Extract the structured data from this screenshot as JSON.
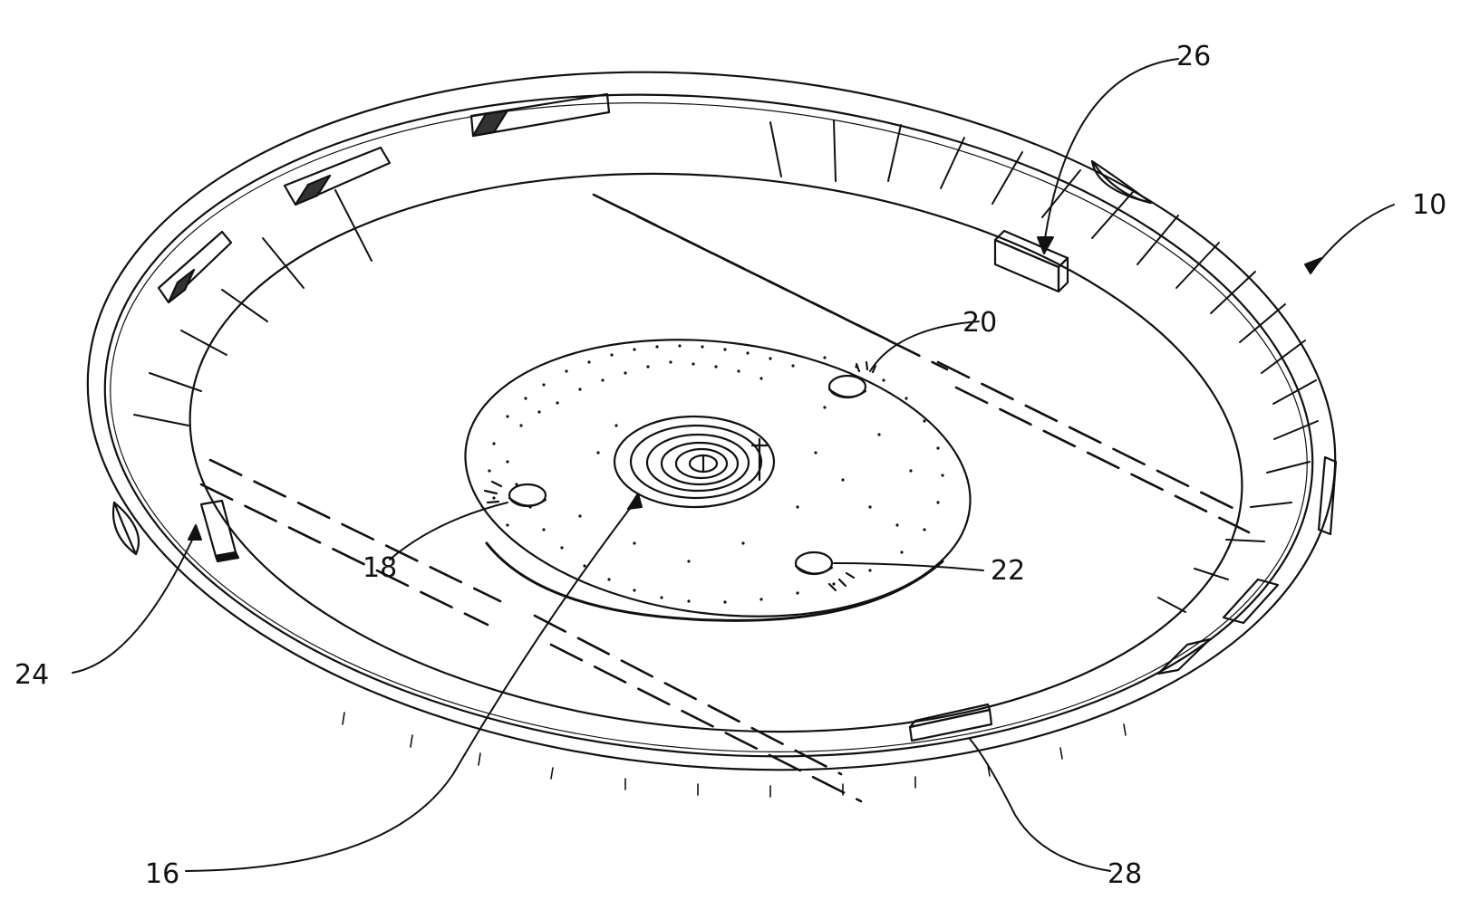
{
  "figure": {
    "subject": "patent line drawing of a circular dish-shaped body with a raised central disc",
    "line_color": "#111111",
    "background": "#ffffff",
    "labels": {
      "body": "10",
      "spiral": "16",
      "bump_left": "18",
      "bump_top": "20",
      "bump_bottom": "22",
      "tab_left": "24",
      "tab_top": "26",
      "tab_bottom": "28"
    }
  }
}
